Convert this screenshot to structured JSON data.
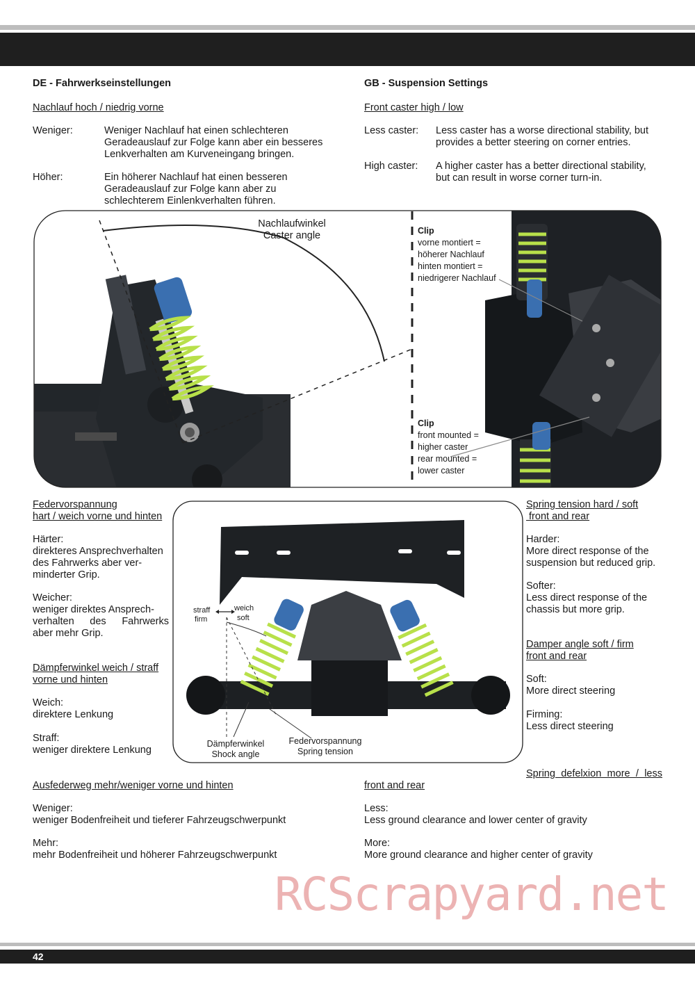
{
  "page_number": "42",
  "watermark": "RCScrapyard.net",
  "de": {
    "heading": "DE - Fahrwerkseinstellungen",
    "caster_title": "Nachlauf hoch / niedrig vorne",
    "less_label": "Weniger:",
    "less_text": [
      "Weniger Nachlauf hat einen schlechteren",
      "Geradeauslauf zur Folge kann aber ein besseres",
      "Lenkverhalten am Kurveneingang bringen."
    ],
    "more_label": "Höher:",
    "more_text": [
      "Ein höherer Nachlauf hat einen besseren",
      "Geradeauslauf zur Folge kann aber zu",
      "schlechterem Einlenkverhalten führen."
    ],
    "spring_title": [
      "Federvorspannung",
      "hart / weich vorne und hinten"
    ],
    "harder_label": "Härter:",
    "harder_text": [
      "direkteres Ansprechverhalten",
      "des Fahrwerks aber ver-",
      "minderter Grip."
    ],
    "softer_label": "Weicher:",
    "softer_text": [
      "weniger direktes Ansprech-",
      "verhalten des Fahrwerks",
      "aber mehr Grip."
    ],
    "damper_title": [
      "Dämpferwinkel weich / straff",
      "vorne und hinten"
    ],
    "soft_label": "Weich:",
    "soft_text": "direktere Lenkung",
    "firm_label": "Straff:",
    "firm_text": "weniger direktere Lenkung",
    "travel_title": "Ausfederweg mehr/weniger vorne und hinten",
    "travel_less_label": "Weniger:",
    "travel_less_text": "weniger Bodenfreiheit und tieferer Fahrzeugschwerpunkt",
    "travel_more_label": "Mehr:",
    "travel_more_text": "mehr Bodenfreiheit und höherer Fahrzeugschwerpunkt"
  },
  "gb": {
    "heading": "GB - Suspension Settings",
    "caster_title": "Front caster high / low",
    "less_label": "Less caster:",
    "less_text": [
      "Less caster has a worse directional stability, but",
      "provides a better steering on corner entries."
    ],
    "more_label": "High caster:",
    "more_text": [
      "A higher caster has a better directional stability,",
      "but can result in worse corner turn-in."
    ],
    "spring_title": [
      "Spring tension hard / soft",
      " front and rear"
    ],
    "harder_label": "Harder:",
    "harder_text": [
      "More direct response of the",
      "suspension but reduced grip."
    ],
    "softer_label": "Softer:",
    "softer_text": [
      "Less direct response of the",
      "chassis but more grip."
    ],
    "damper_title": [
      "Damper angle soft / firm",
      "front and rear"
    ],
    "soft_label": "Soft:",
    "soft_text": "More direct steering",
    "firm_label": "Firming:",
    "firm_text": "Less direct steering",
    "travel_title": [
      "Spring defelxion more / less",
      "front and rear"
    ],
    "travel_less_label": "Less:",
    "travel_less_text": "Less ground clearance and lower center of gravity",
    "travel_more_label": "More:",
    "travel_more_text": "More ground clearance and higher center of gravity"
  },
  "figure1": {
    "angle_label": [
      "Nachlaufwinkel",
      "Caster angle"
    ],
    "clip_top": {
      "title": "Clip",
      "lines": [
        "vorne montiert =",
        "höherer Nachlauf",
        "hinten montiert =",
        "niedrigerer Nachlauf"
      ]
    },
    "clip_bottom": {
      "title": "Clip",
      "lines": [
        "front mounted =",
        "higher caster",
        "rear mounted =",
        "lower caster"
      ]
    }
  },
  "figure2": {
    "straff": "straff",
    "firm": "firm",
    "weich": "weich",
    "soft": "soft",
    "shock_angle": [
      "Dämpferwinkel",
      "Shock angle"
    ],
    "spring_tension": [
      "Federvorspannung",
      "Spring tension"
    ]
  }
}
